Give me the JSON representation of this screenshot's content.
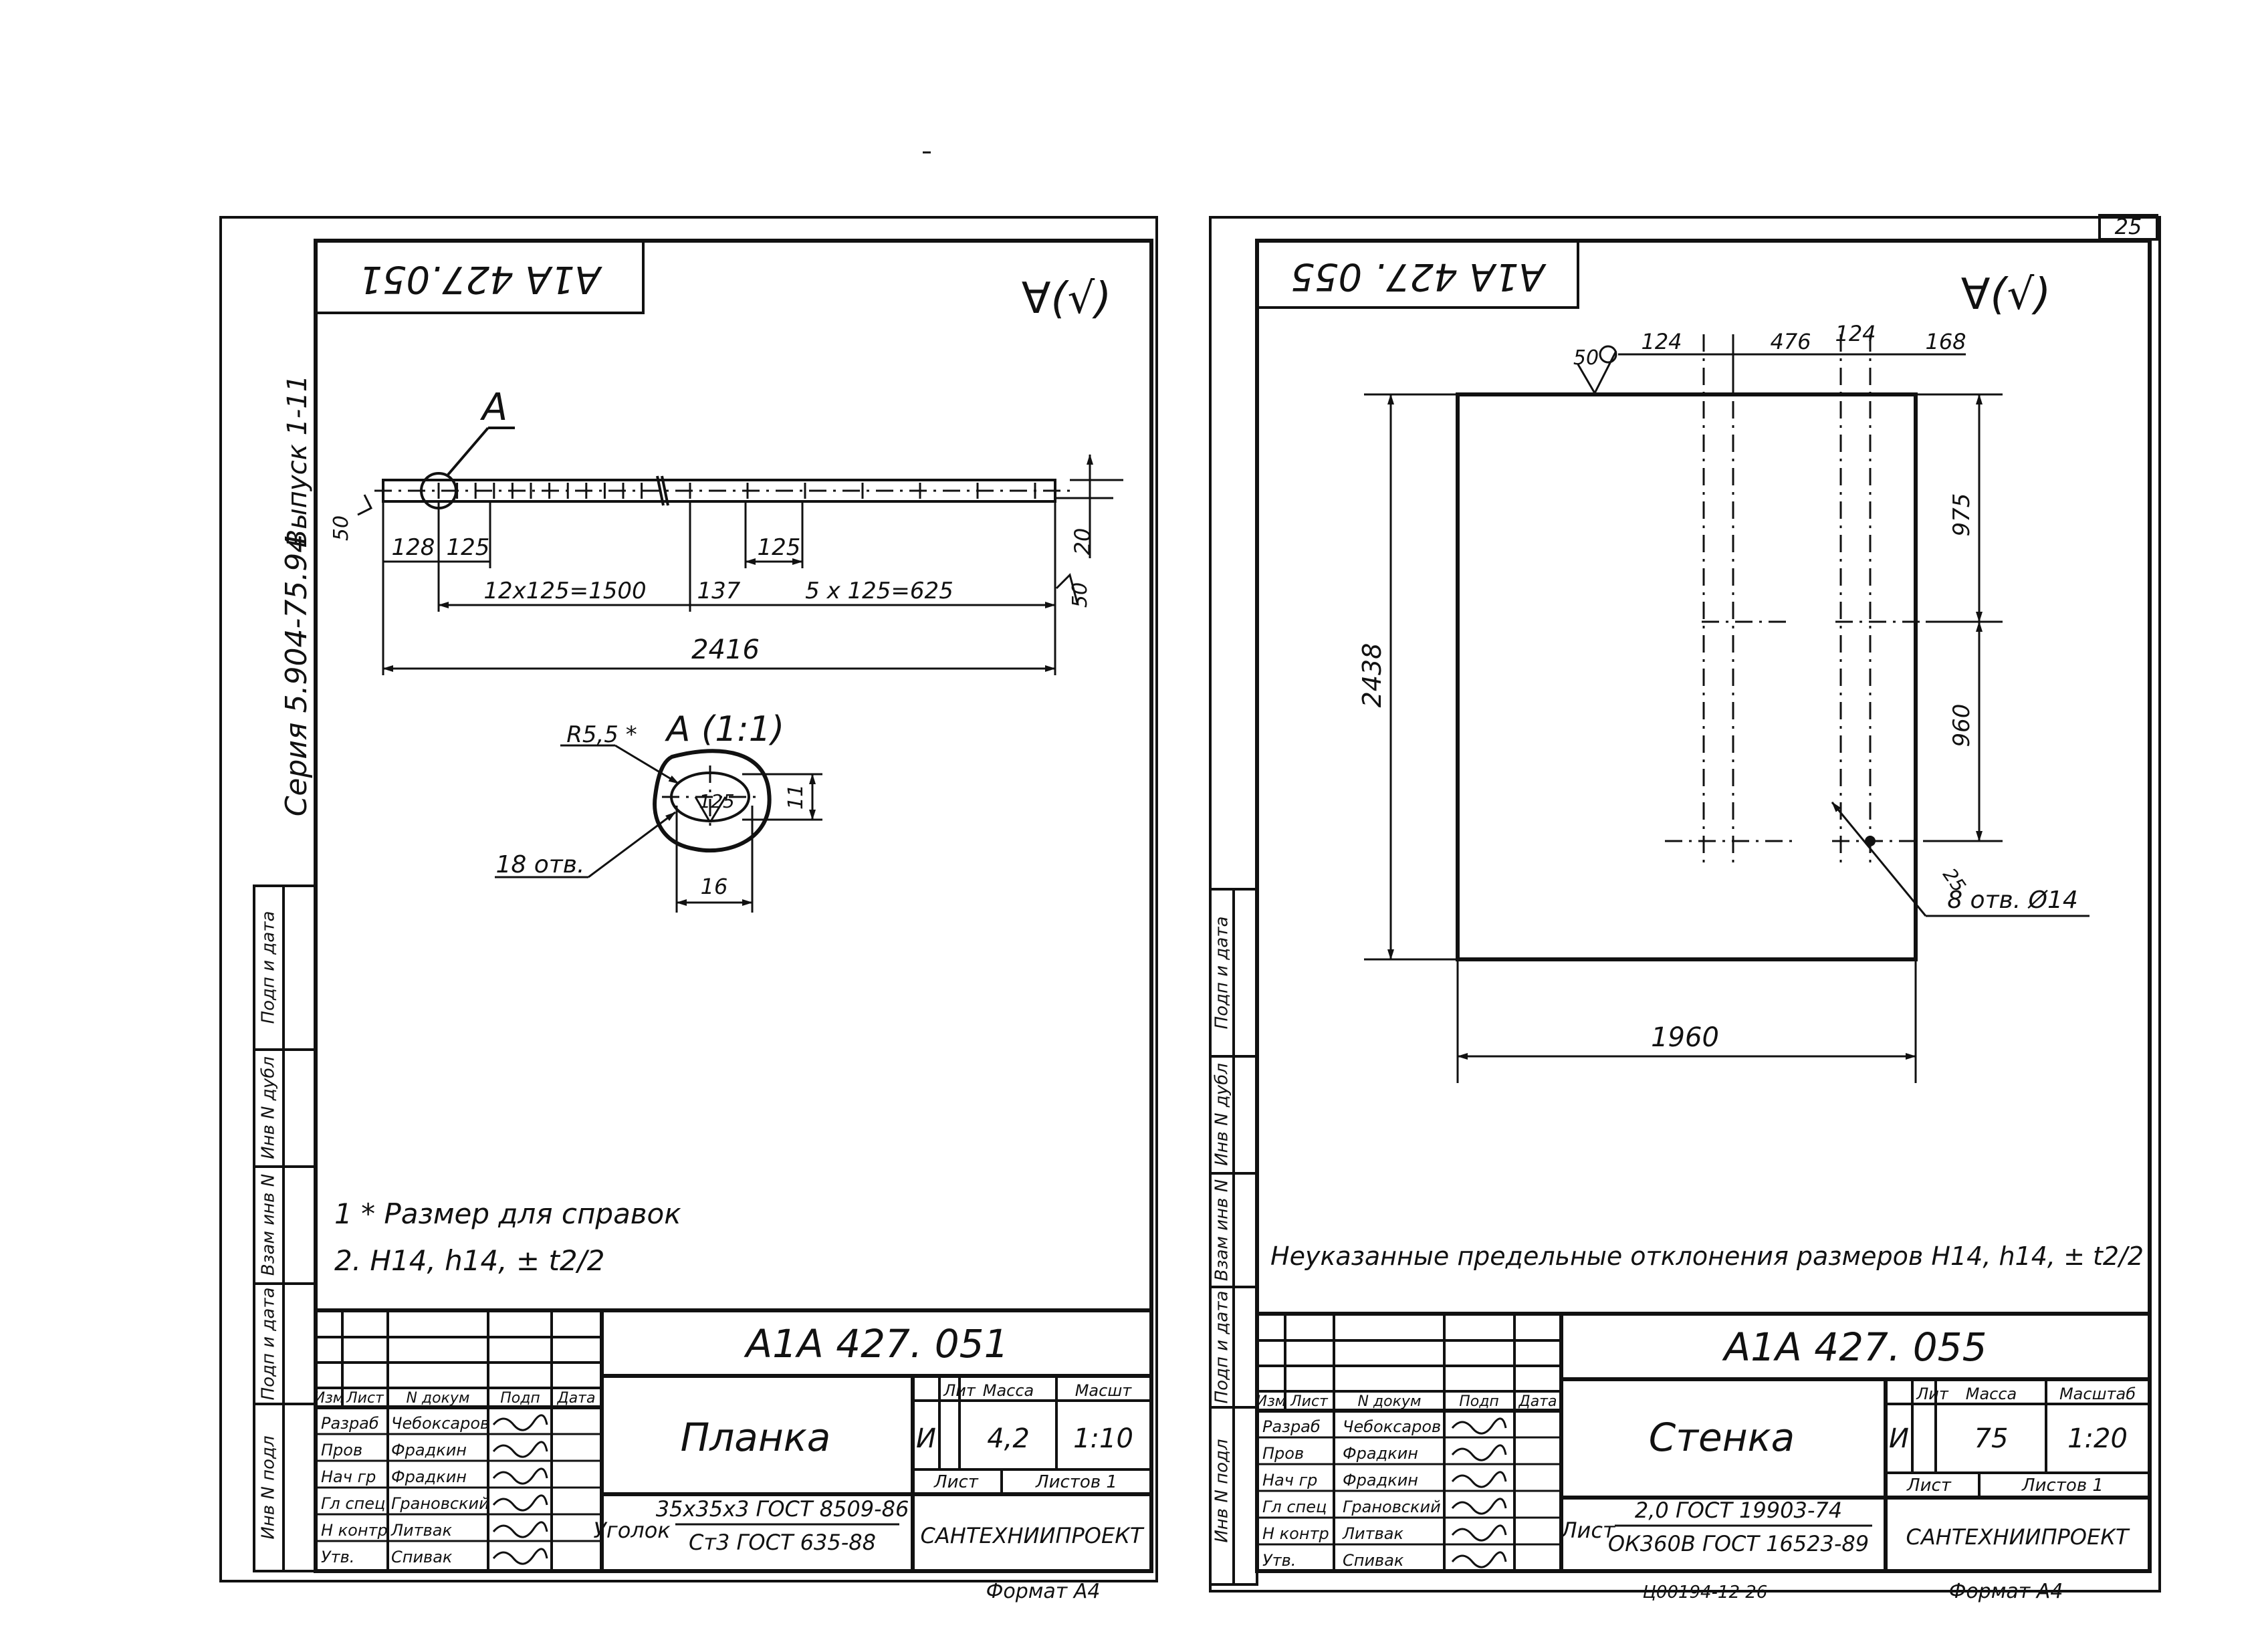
{
  "page_number": "25",
  "left_sheet": {
    "code_rotated": "A1A 427.051",
    "roughness_symbol": "∀(√)",
    "series_text": "Серия 5.904-75.94",
    "vypusk_text": "Выпуск 1-11",
    "view_label": "A",
    "dims": {
      "d128": "128",
      "d125a": "125",
      "d125b": "125",
      "d12x125": "12x125=1500",
      "d137": "137",
      "d5x125": "5 x 125=625",
      "d2416": "2416",
      "d20": "20",
      "d50": "50",
      "d50b": "50"
    },
    "detail": {
      "radius": "R5,5 *",
      "title": "A (1:1)",
      "d125": "125",
      "d11": "11",
      "d16": "16",
      "holes": "18 отв."
    },
    "notes": {
      "n1": "1 * Размер для справок",
      "n2": "2. H14, h14, ± t2/2"
    },
    "title_block": {
      "code": "A1A 427. 051",
      "name": "Планка",
      "lit_label": "Лит",
      "mass_label": "Масса",
      "scale_label": "Масшт",
      "lit_value": "И",
      "mass_value": "4,2",
      "scale_value": "1:10",
      "sheet_label": "Лист",
      "sheets_label": "Листов 1",
      "material_prefix": "Уголок",
      "material_top": "35x35x3 ГОСТ 8509-86",
      "material_bottom": "Ст3 ГОСТ 635-88",
      "org": "САНТЕХНИИПРОЕКТ",
      "format": "Формат А4",
      "hdr": [
        "Изм",
        "Лист",
        "N докум",
        "Подп",
        "Дата"
      ],
      "people": [
        {
          "role": "Разраб",
          "name": "Чебоксаров"
        },
        {
          "role": "Пров",
          "name": "Фрадкин"
        },
        {
          "role": "Нач гр",
          "name": "Фрадкин"
        },
        {
          "role": "Гл спец",
          "name": "Грановский"
        },
        {
          "role": "Н контр",
          "name": "Литвак"
        },
        {
          "role": "Утв.",
          "name": "Спивак"
        }
      ],
      "side_labels": [
        "Инв N подл",
        "Подп и дата",
        "Взам инв N",
        "Инв N дубл",
        "Подп и дата"
      ]
    }
  },
  "right_sheet": {
    "code_rotated": "A1A 427. 055",
    "roughness_symbol": "∀(√)",
    "dims": {
      "d50": "50",
      "d124a": "124",
      "d476": "476",
      "d124b": "124",
      "d168": "168",
      "d975": "975",
      "d960": "960",
      "d2438": "2438",
      "d1960": "1960",
      "d25": "25"
    },
    "holes": "8 отв. Ø14",
    "note": "Неуказанные предельные отклонения размеров H14, h14, ± t2/2",
    "title_block": {
      "code": "A1A 427. 055",
      "name": "Стенка",
      "lit_label": "Лит",
      "mass_label": "Масса",
      "scale_label": "Масштаб",
      "lit_value": "И",
      "mass_value": "75",
      "scale_value": "1:20",
      "sheet_label": "Лист",
      "sheets_label": "Листов 1",
      "material_prefix": "Лист",
      "material_top": "2,0 ГОСТ 19903-74",
      "material_bottom": "ОК360В ГОСТ 16523-89",
      "org": "САНТЕХНИИПРОЕКТ",
      "format": "Формат А4",
      "footer_code": "Ц00194-12 26",
      "hdr": [
        "Изм",
        "Лист",
        "N докум",
        "Подп",
        "Дата"
      ],
      "people": [
        {
          "role": "Разраб",
          "name": "Чебоксаров"
        },
        {
          "role": "Пров",
          "name": "Фрадкин"
        },
        {
          "role": "Нач гр",
          "name": "Фрадкин"
        },
        {
          "role": "Гл спец",
          "name": "Грановский"
        },
        {
          "role": "Н контр",
          "name": "Литвак"
        },
        {
          "role": "Утв.",
          "name": "Спивак"
        }
      ],
      "side_labels": [
        "Инв N подл",
        "Подп и дата",
        "Взам инв N",
        "Инв N дубл",
        "Подп и дата"
      ]
    }
  }
}
